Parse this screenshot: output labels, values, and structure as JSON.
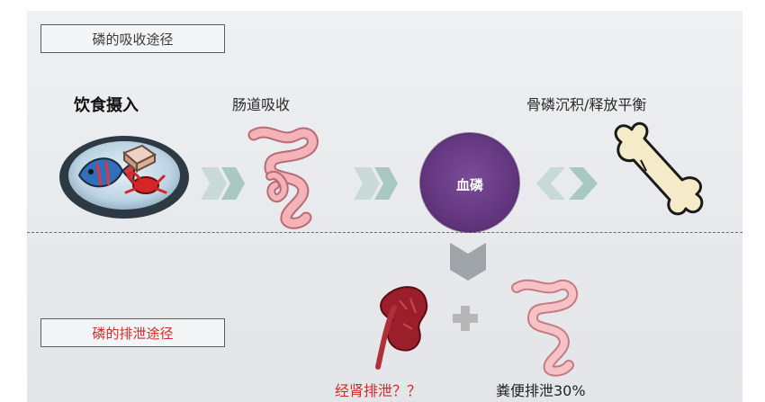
{
  "sections": {
    "absorb_title": "磷的吸收途径",
    "excrete_title": "磷的排泄途径"
  },
  "labels": {
    "diet": "饮食摄入",
    "intestine_absorb": "肠道吸收",
    "bone": "骨磷沉积/释放平衡",
    "blood_phosphorus": "血磷",
    "kidney_excretion": "经肾排泄？？",
    "feces_excretion": "粪便排泄30%"
  },
  "colors": {
    "arrow_teal": "#a9c9c0",
    "blood_circle": "#6a3d86",
    "intestine": "#f3a9ae",
    "kidney": "#9b1f2a",
    "excrete_red": "#d22a2a"
  },
  "icons": [
    "food-plate-icon",
    "intestine-icon",
    "blood-phosphorus-circle",
    "bone-icon",
    "kidney-icon",
    "down-arrow-icon",
    "plus-icon"
  ]
}
